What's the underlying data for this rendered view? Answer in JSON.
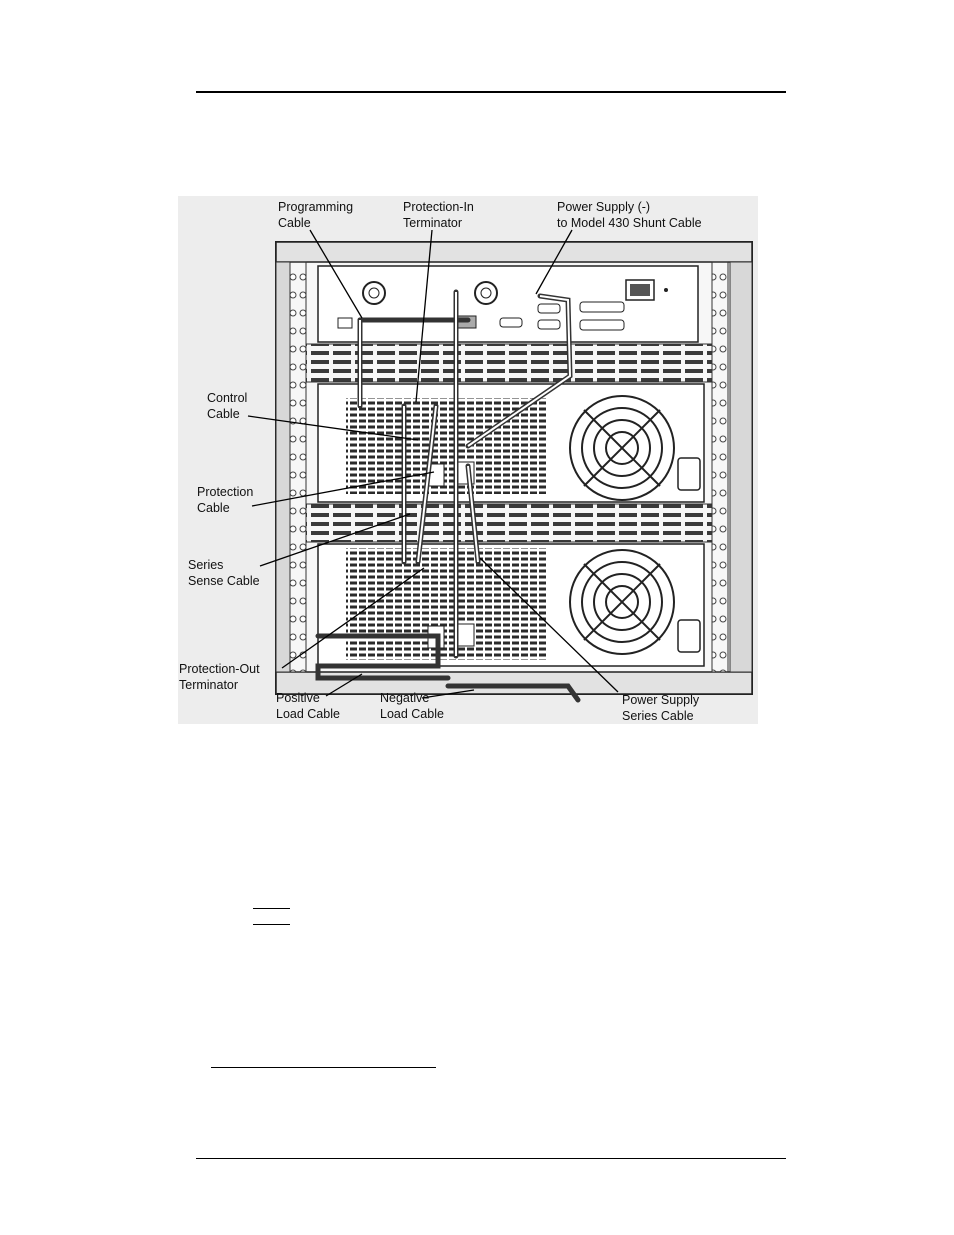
{
  "figure": {
    "labels": {
      "programming_cable": "Programming\nCable",
      "protection_in_terminator": "Protection-In\nTerminator",
      "power_supply_shunt_cable": "Power Supply (-)\nto Model 430 Shunt Cable",
      "control_cable": "Control\nCable",
      "protection_cable": "Protection\nCable",
      "series_sense_cable": "Series\nSense Cable",
      "protection_out_terminator": "Protection-Out\nTerminator",
      "positive_load_cable": "Positive\nLoad Cable",
      "negative_load_cable": "Negative\nLoad Cable",
      "power_supply_series_cable": "Power Supply\nSeries Cable"
    }
  }
}
